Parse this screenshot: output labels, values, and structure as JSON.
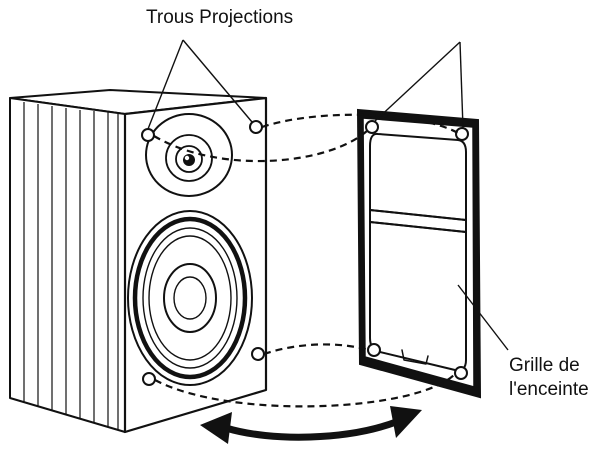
{
  "labels": {
    "holes": "Trous Projections",
    "grille_line1": "Grille de",
    "grille_line2": "l'enceinte"
  }
}
